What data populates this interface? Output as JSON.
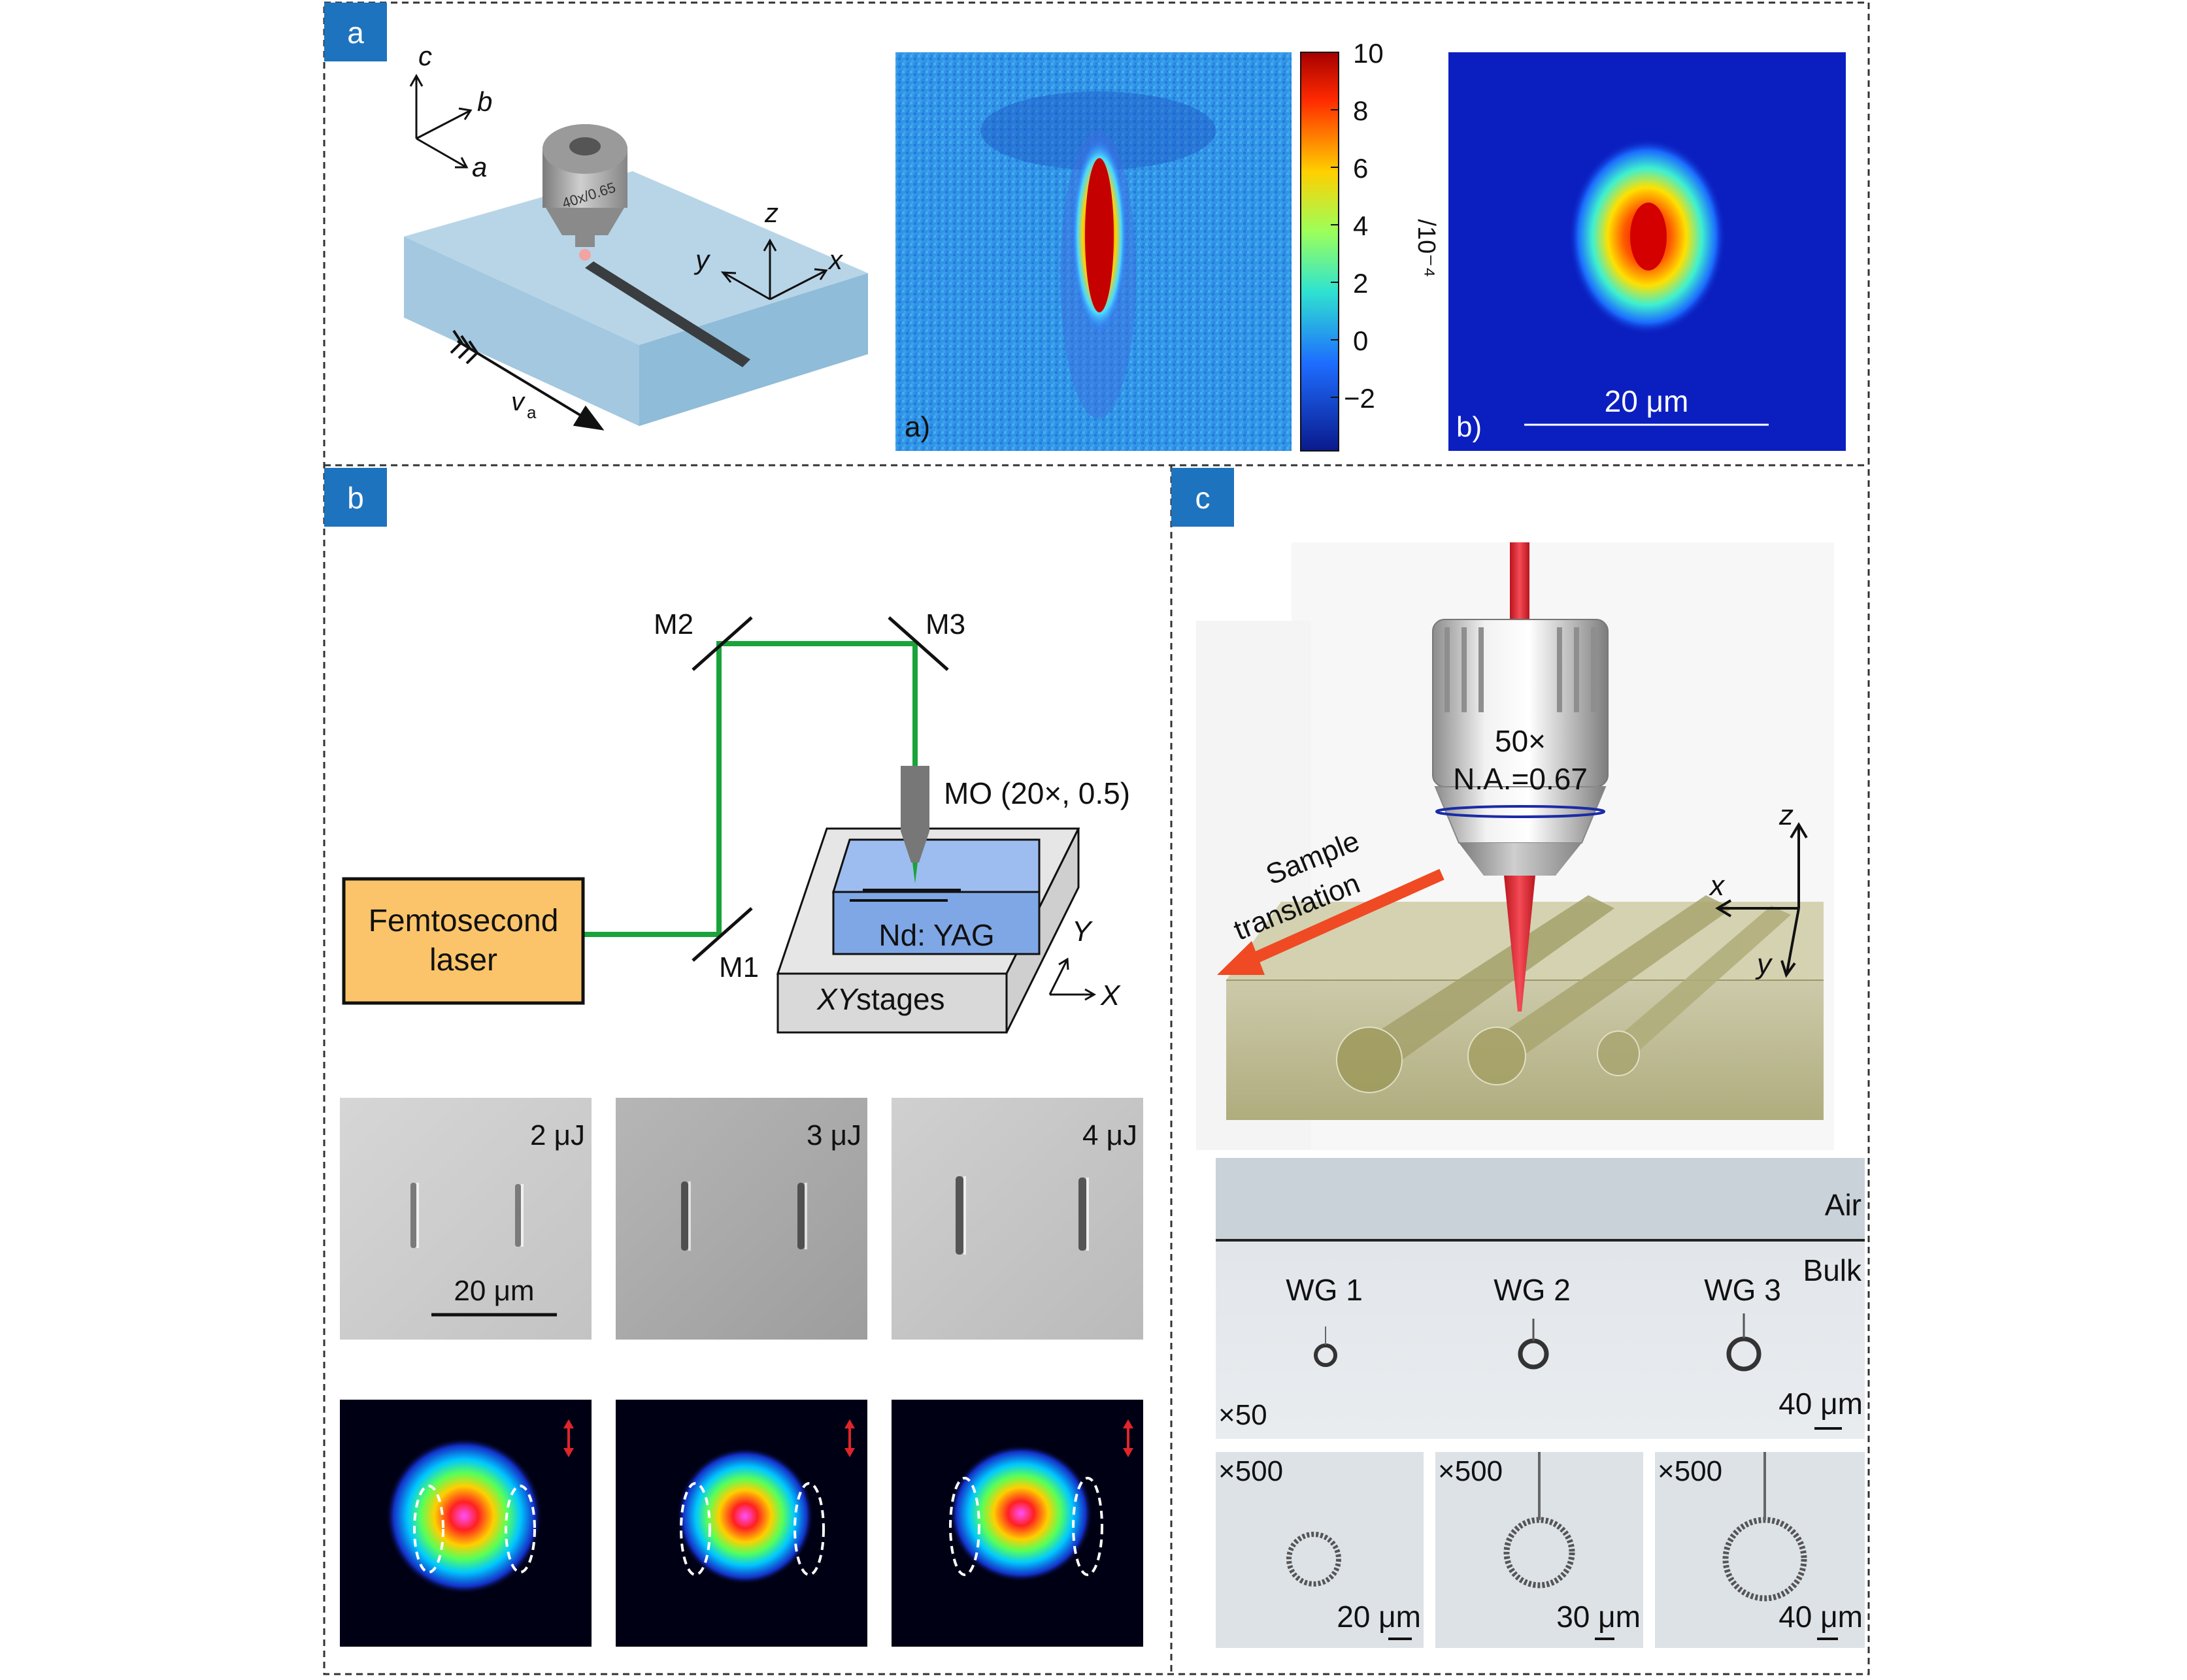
{
  "panels": {
    "a": {
      "tag": "a",
      "axes_sample": {
        "c": "c",
        "b": "b",
        "a": "a"
      },
      "objective_text": "40x/0.65",
      "axes_scan": {
        "z": "z",
        "y": "y",
        "x": "x"
      },
      "velocity_label": "v",
      "velocity_sub": "a",
      "colorbar": {
        "ticks": [
          "10",
          "8",
          "6",
          "4",
          "2",
          "0",
          "−2"
        ],
        "unit": "/10⁻⁴"
      },
      "sub_a": "a)",
      "sub_b": "b)",
      "scale_bar": "20 μm"
    },
    "b": {
      "tag": "b",
      "mirrors": [
        "M1",
        "M2",
        "M3"
      ],
      "objective": "MO (20×, 0.5)",
      "laser_line1": "Femtosecond",
      "laser_line2": "laser",
      "crystal": "Nd: YAG",
      "stage_italic": "XY",
      "stage_rest": " stages",
      "axis_y": "Y",
      "axis_x": "X",
      "energies": [
        "2 μJ",
        "3 μJ",
        "4 μJ"
      ],
      "scale_bar": "20 μm"
    },
    "c": {
      "tag": "c",
      "obj_mag": "50×",
      "obj_na": "N.A.=0.67",
      "translation_line1": "Sample",
      "translation_line2": "translation",
      "axis_z": "z",
      "axis_x": "x",
      "axis_y": "y",
      "air": "Air",
      "bulk": "Bulk",
      "wgs": [
        "WG 1",
        "WG 2",
        "WG 3"
      ],
      "mag_main": "×50",
      "scale_main": "40 μm",
      "zooms": [
        {
          "mag": "×500",
          "scale": "20 μm"
        },
        {
          "mag": "×500",
          "scale": "30 μm"
        },
        {
          "mag": "×500",
          "scale": "40 μm"
        }
      ]
    }
  },
  "colors": {
    "tag_bg": "#1e73be",
    "beam_green": "#1aa33a",
    "laser_box": "#fcc46a",
    "crystal": "#7fa7e6",
    "arrow": "#ef4a23"
  }
}
